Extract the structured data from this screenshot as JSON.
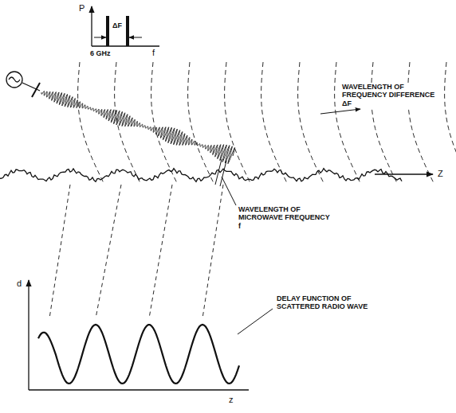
{
  "diagram": {
    "labels": [
      "P",
      "ΔF",
      "6 GHz",
      "f",
      "WAVELENGTH OF FREQUENCY DIFFERENCE ΔF",
      "WAVELENGTH OF MICROWAVE FREQUENCY f",
      "Z",
      "d",
      "DELAY FUNCTION OF SCATTERED RADIO WAVE",
      "z"
    ]
  }
}
